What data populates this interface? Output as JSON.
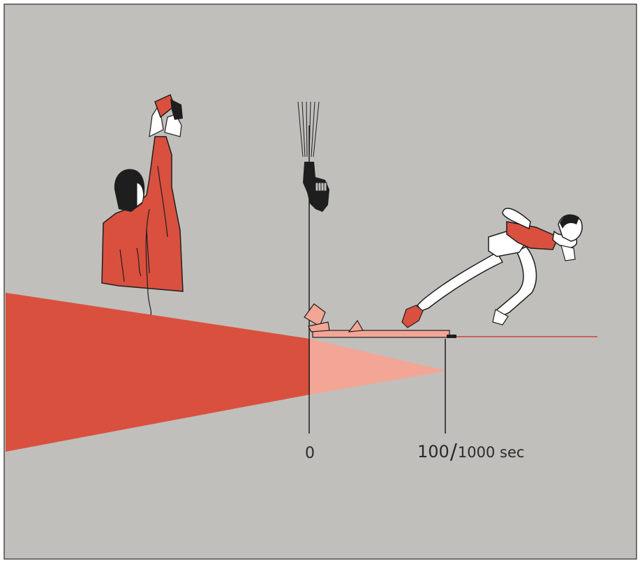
{
  "labels": {
    "zero": "0",
    "time_numerator": "100",
    "time_slash": "/",
    "time_denominator": "1000 sec"
  },
  "colors": {
    "background": "#c1bfbb",
    "border": "#4a4a4a",
    "red": "#d9503f",
    "red_dark": "#c8423a",
    "pink": "#f3a696",
    "ink": "#1e1e1e",
    "skin": "#ffffff"
  },
  "figures": {
    "starter": "starter-with-raised-pistol",
    "pistol": "pistol-icon",
    "sprinter": "sprinter-leaving-blocks",
    "sound_cone": "sound-wave-cone"
  }
}
